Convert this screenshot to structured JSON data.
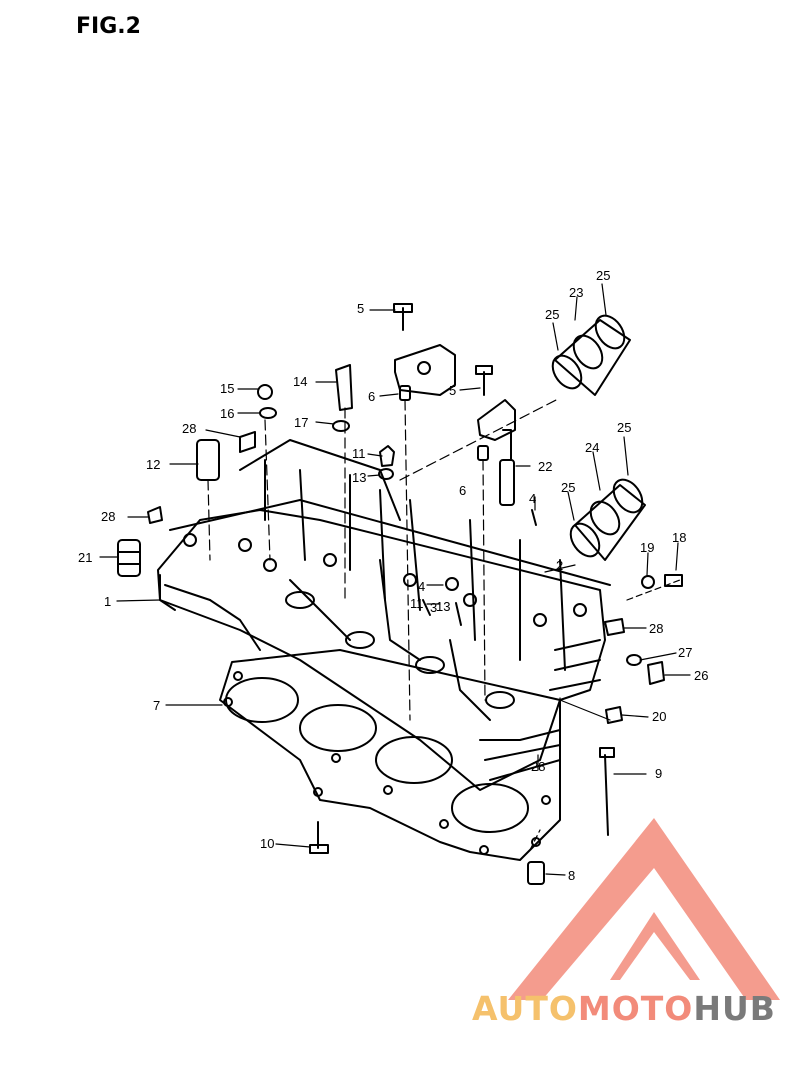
{
  "figure": {
    "title": "FIG.2"
  },
  "parts": [
    {
      "label": "1"
    },
    {
      "label": "2"
    },
    {
      "label": "3"
    },
    {
      "label": "4"
    },
    {
      "label": "4"
    },
    {
      "label": "5"
    },
    {
      "label": "5"
    },
    {
      "label": "6"
    },
    {
      "label": "6"
    },
    {
      "label": "7"
    },
    {
      "label": "8"
    },
    {
      "label": "9"
    },
    {
      "label": "10"
    },
    {
      "label": "11"
    },
    {
      "label": "11"
    },
    {
      "label": "12"
    },
    {
      "label": "13"
    },
    {
      "label": "13"
    },
    {
      "label": "14"
    },
    {
      "label": "15"
    },
    {
      "label": "16"
    },
    {
      "label": "17"
    },
    {
      "label": "18"
    },
    {
      "label": "19"
    },
    {
      "label": "20"
    },
    {
      "label": "21"
    },
    {
      "label": "22"
    },
    {
      "label": "23"
    },
    {
      "label": "24"
    },
    {
      "label": "25"
    },
    {
      "label": "25"
    },
    {
      "label": "25"
    },
    {
      "label": "25"
    },
    {
      "label": "26"
    },
    {
      "label": "27"
    },
    {
      "label": "28"
    },
    {
      "label": "28"
    },
    {
      "label": "28"
    },
    {
      "label": "28"
    }
  ],
  "watermark": {
    "part1": "AUTO",
    "part2": "MOTO",
    "part3": "HUB",
    "color_light": "#f5c16c",
    "color_mid": "#f28b7a",
    "color_dark": "#7a7a7a",
    "logo_color": "#f28b7a"
  }
}
